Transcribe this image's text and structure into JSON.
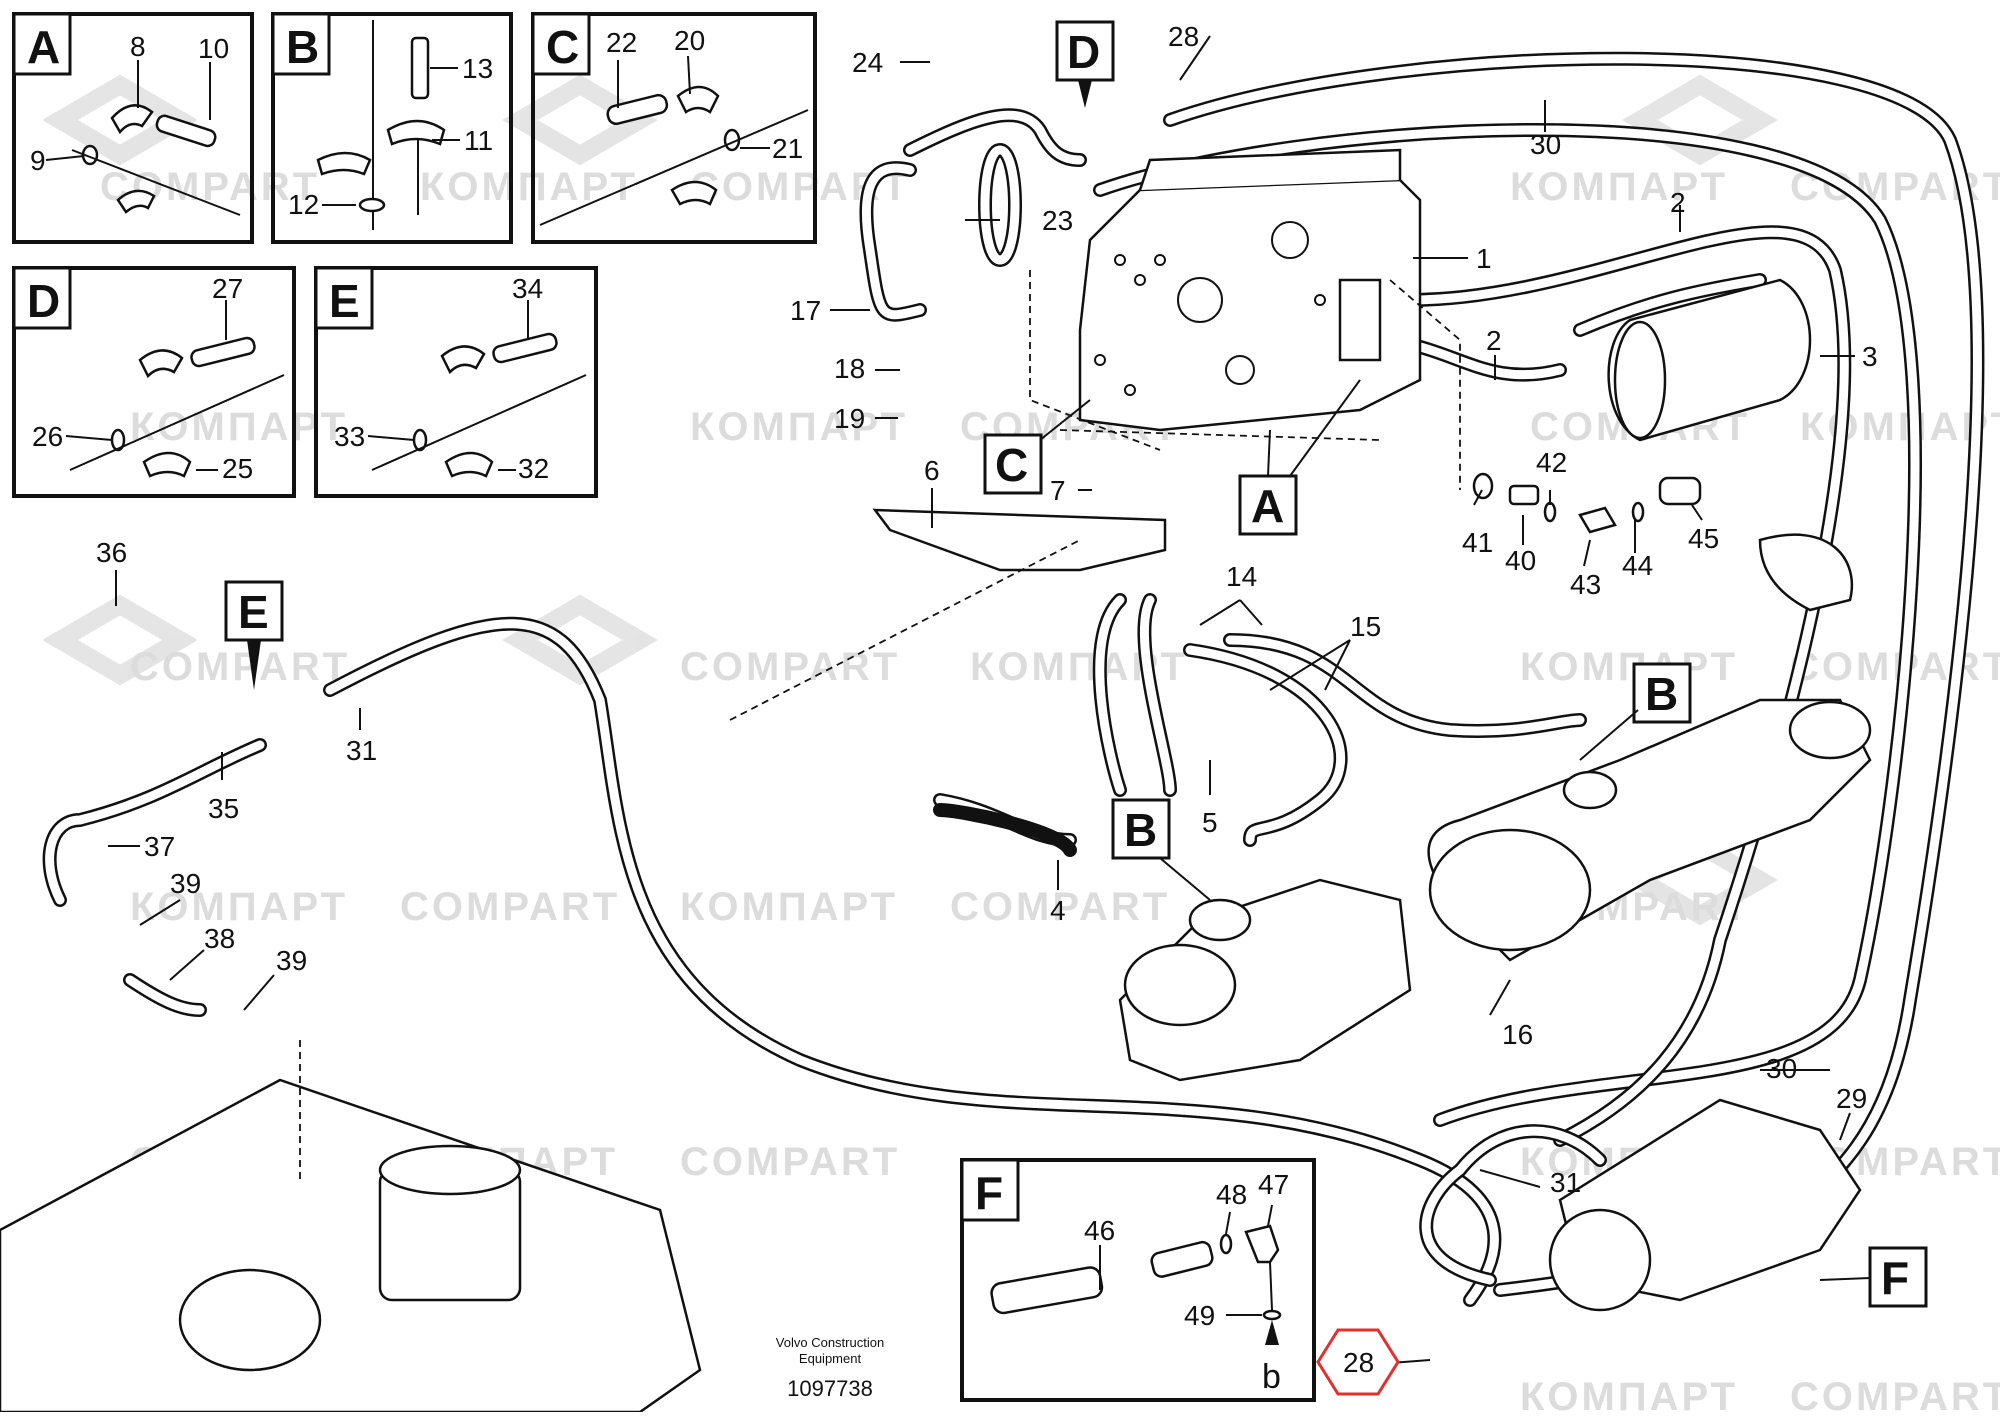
{
  "figure": {
    "publisher": "Volvo Construction\nEquipment",
    "publisher_line1": "Volvo Construction",
    "publisher_line2": "Equipment",
    "drawing_number": "1097738"
  },
  "watermark": {
    "latin": "COMPART",
    "cyrillic": "КОМПАРТ",
    "color": "#d9d9d9"
  },
  "detail_views": [
    {
      "letter": "A",
      "callouts": [
        "8",
        "10",
        "9"
      ]
    },
    {
      "letter": "B",
      "callouts": [
        "13",
        "11",
        "12"
      ]
    },
    {
      "letter": "C",
      "callouts": [
        "22",
        "20",
        "21"
      ]
    },
    {
      "letter": "D",
      "callouts": [
        "27",
        "26",
        "25"
      ]
    },
    {
      "letter": "E",
      "callouts": [
        "34",
        "33",
        "32"
      ]
    },
    {
      "letter": "F",
      "callouts": [
        "46",
        "48",
        "47",
        "49",
        "b"
      ]
    }
  ],
  "view_markers": [
    "D",
    "C",
    "A",
    "E",
    "B",
    "B",
    "F"
  ],
  "callouts": [
    "1",
    "2",
    "3",
    "4",
    "5",
    "6",
    "7",
    "14",
    "15",
    "16",
    "17",
    "18",
    "19",
    "23",
    "24",
    "28",
    "29",
    "30",
    "31",
    "35",
    "36",
    "37",
    "38",
    "39",
    "40",
    "41",
    "42",
    "43",
    "44",
    "45"
  ],
  "highlight": {
    "label": "28",
    "color": "#e03030"
  }
}
